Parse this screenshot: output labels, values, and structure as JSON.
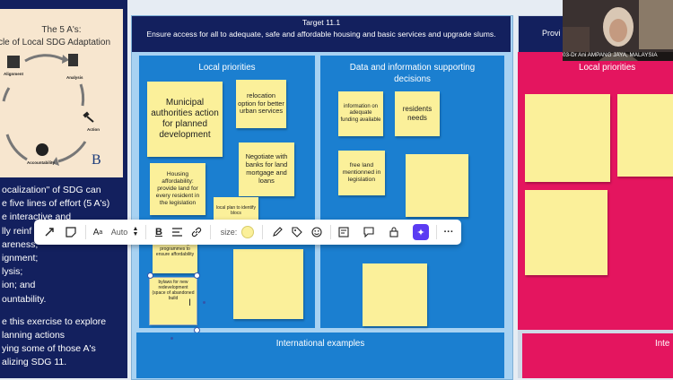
{
  "cycle_card": {
    "title_line1": "The 5 A's:",
    "title_line2": "cle of Local SDG Adaptation",
    "labels": {
      "alignment": "Alignment",
      "analysis": "Analysis",
      "action": "Action",
      "accountability": "Accountability"
    },
    "logo_letter": "B"
  },
  "left_text": {
    "lines": [
      "ocalization\" of SDG can",
      "e five lines of effort (5 A's)",
      "e interactive and",
      "lly reinf",
      "areness;",
      "ignment;",
      "lysis;",
      "ion; and",
      "ountability.",
      "",
      "e this exercise to explore",
      "lanning actions",
      "ying some of those A's",
      "alizing SDG 11."
    ]
  },
  "target": {
    "title": "Target 11.1",
    "subtitle": "Ensure access for all to adequate, safe and affordable housing and basic services and upgrade slums."
  },
  "local_priorities": {
    "title": "Local priorities",
    "notes": [
      "Municipal authorities action for planned development",
      "relocation option for better urban services",
      "Negotiate with banks for land mortgage and loans",
      "Housing affordability: provide land for every resident in the legislation",
      "local plan to identify blocs",
      "social housing programmes to ensure affordability",
      "bylaws for new redevelopment (space of abandoned build",
      ""
    ]
  },
  "data_info": {
    "title": "Data and information supporting decisions",
    "notes": [
      "information on adequate funding available",
      "residents needs",
      "free land mentionned in legislation",
      "",
      ""
    ]
  },
  "international_examples": {
    "title": "International examples"
  },
  "right_board": {
    "header_partial": "Provi",
    "local_priorities": "Local priorities",
    "intl_partial": "Inte"
  },
  "toolbar": {
    "font_size": "Auto",
    "size_label": "size:",
    "more": "···"
  },
  "video": {
    "participant": "03-Dr Ani AMPANG JAYA, MALAYSIA"
  },
  "colors": {
    "navy": "#13205e",
    "frame_blue": "#a8d2f2",
    "panel_blue": "#1b7fd0",
    "sticky_yellow": "#fbf09a",
    "magenta": "#e4155f",
    "ai_purple": "#5b3cf2"
  },
  "icons": [
    "move-icon",
    "sticky-note-icon",
    "text-style-icon",
    "bold-icon",
    "align-icon",
    "link-icon",
    "color-swatch-icon",
    "pen-icon",
    "tag-icon",
    "emoji-icon",
    "card-icon",
    "comment-icon",
    "lock-icon",
    "ai-sparkle-icon",
    "more-icon"
  ]
}
